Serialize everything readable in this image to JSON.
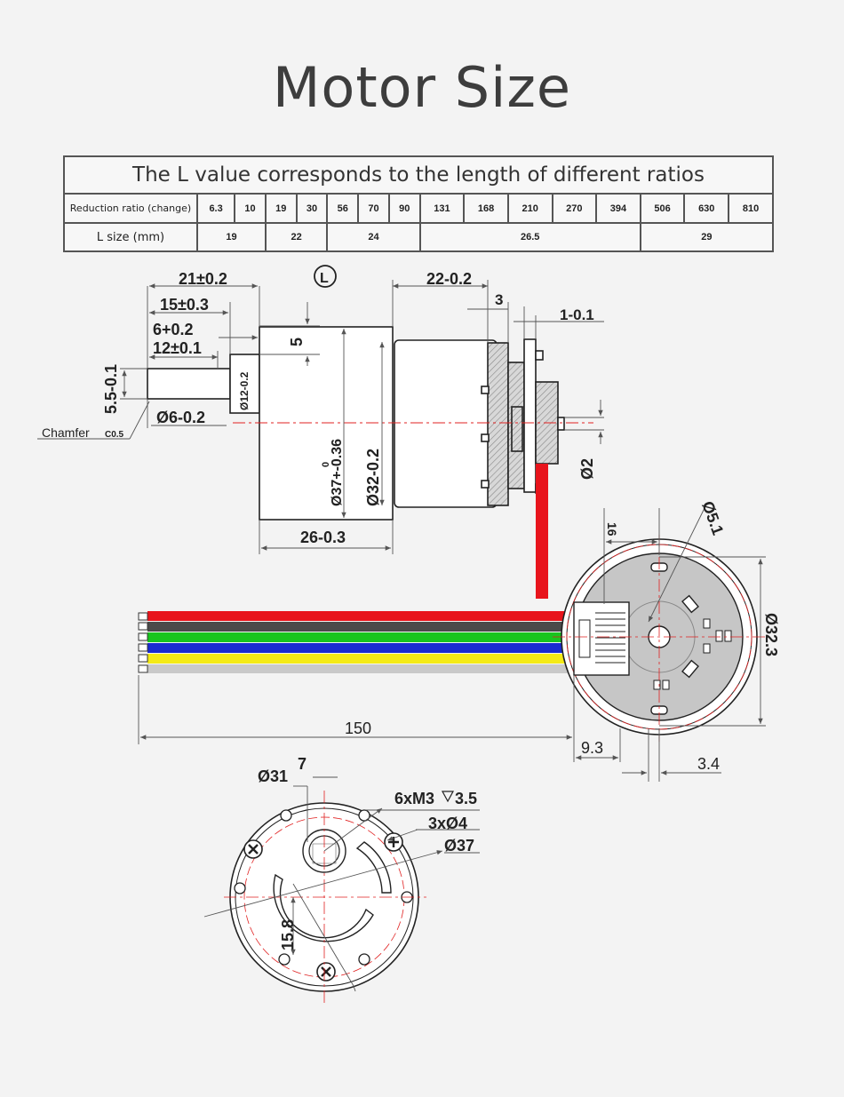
{
  "title": "Motor Size",
  "table": {
    "header": "The L value corresponds to the length of different ratios",
    "ratio_label": "Reduction ratio (change)",
    "ratios": [
      "6.3",
      "10",
      "19",
      "30",
      "56",
      "70",
      "90",
      "131",
      "168",
      "210",
      "270",
      "394",
      "506",
      "630",
      "810"
    ],
    "size_label": "L size (mm)",
    "sizes": [
      {
        "value": "19",
        "span": 2
      },
      {
        "value": "22",
        "span": 2
      },
      {
        "value": "24",
        "span": 3
      },
      {
        "value": "26.5",
        "span": 5
      },
      {
        "value": "29",
        "span": 3
      }
    ]
  },
  "dimensions": {
    "d21": "21±0.2",
    "d15": "15±0.3",
    "d6": "6+0.2",
    "d12": "12±0.1",
    "d55": "5.5-0.1",
    "dia6": "Ø6-0.2",
    "dia12": "Ø12-0.2",
    "chamfer": "Chamfer",
    "chamfer_val": "C0.5",
    "L": "L",
    "d5": "5",
    "d22": "22-0.2",
    "d3": "3",
    "d1": "1-0.1",
    "dia37_a": "0",
    "dia37_b": "Ø37+-0.36",
    "dia32": "Ø32-0.2",
    "d26": "26-0.3",
    "dia2": "Ø2",
    "d16": "16",
    "dia51": "Ø5.1",
    "dia323": "Ø32.3",
    "d150": "150",
    "d93": "9.3",
    "d34": "3.4",
    "dia31": "Ø31",
    "d7": "7",
    "m3": "6xM3",
    "m3_depth": "3.5",
    "holes": "3xØ4",
    "dia37": "Ø37",
    "d158": "15.8"
  },
  "colors": {
    "wires": [
      "#e8141c",
      "#4a4a4a",
      "#18c51e",
      "#1a2bd0",
      "#f4ea16",
      "#c9c9c9"
    ],
    "centerline": "#e02020",
    "outline": "#222222",
    "body_fill": "#ffffff",
    "hatch": "#888888",
    "pcb": "#c6c6c6"
  }
}
